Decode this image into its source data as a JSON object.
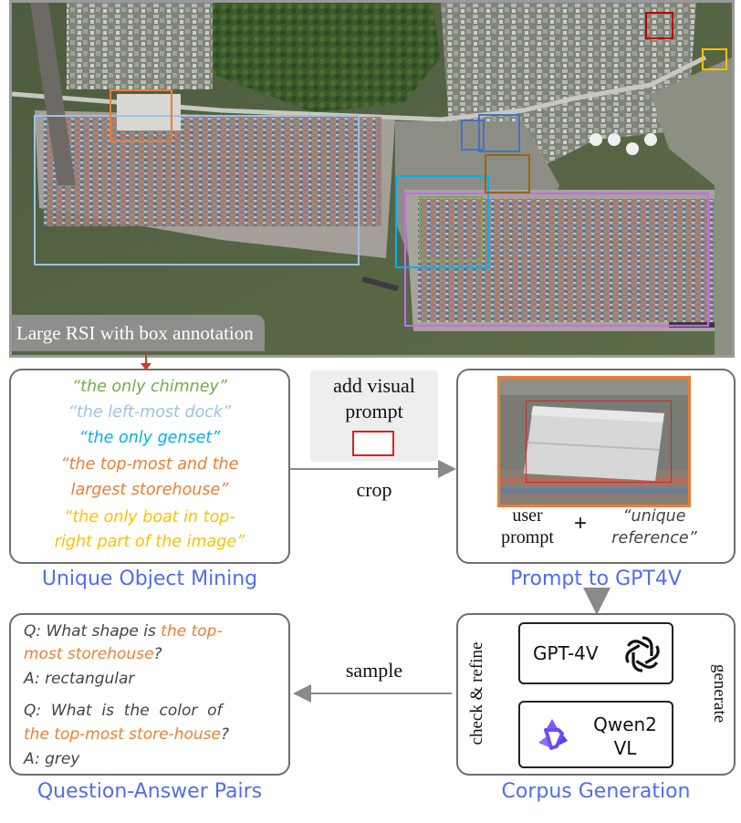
{
  "satellite": {
    "caption": "Large RSI with box annotation",
    "boxes": [
      {
        "name": "left-most-dock",
        "color": "#9cc3e6"
      },
      {
        "name": "top-most-storehouse",
        "color": "#ed7d31"
      },
      {
        "name": "large-dock-right",
        "color": "#cc66ff"
      },
      {
        "name": "genset",
        "color": "#00b0f0"
      },
      {
        "name": "chimney",
        "color": "#70ad47"
      },
      {
        "name": "blue-building",
        "color": "#4472c4"
      },
      {
        "name": "brown-building",
        "color": "#9c6500"
      },
      {
        "name": "red-building",
        "color": "#c00000"
      },
      {
        "name": "boat-top-right",
        "color": "#ffc000"
      }
    ]
  },
  "mining": {
    "caption": "Unique Object Mining",
    "phrases": [
      {
        "text": "“the only chimney”",
        "color": "#70ad47"
      },
      {
        "text": "“the left-most dock”",
        "color": "#9cc3e6"
      },
      {
        "text": "“the only genset”",
        "color": "#00b0f0"
      },
      {
        "text": "“the top-most and the",
        "color": "#ed7d31"
      },
      {
        "text": "largest storehouse”",
        "color": "#ed7d31"
      },
      {
        "text": "“the only boat in top-",
        "color": "#ffc000"
      },
      {
        "text": "right part of the image”",
        "color": "#ffc000"
      }
    ]
  },
  "visual_prompt": {
    "line1": "add visual",
    "line2": "prompt",
    "crop_label": "crop"
  },
  "gpt_prompt": {
    "caption": "Prompt to GPT4V",
    "user_line1": "user",
    "user_line2": "prompt",
    "plus": "+",
    "ref_line1": "“unique",
    "ref_line2": "reference”"
  },
  "corpus": {
    "caption": "Corpus Generation",
    "gpt_label": "GPT-4V",
    "qwen_line1": "Qwen2",
    "qwen_line2": "VL",
    "left_label": "check & refine",
    "right_label": "generate"
  },
  "sample_label": "sample",
  "qa": {
    "caption": "Question-Answer Pairs",
    "q1_prefix": "Q: What shape is ",
    "q1_hl1": "the top-",
    "q1_hl2": "most storehouse",
    "q1_suffix": "?",
    "a1": "A: rectangular",
    "q2_line1": "Q:  What  is  the  color  of",
    "q2_hl": "the top-most store-house",
    "q2_suffix": "?",
    "a2": "A: grey"
  },
  "colors": {
    "caption_blue": "#4f6df5",
    "highlight_orange": "#ed7d31",
    "arrow_gray": "#8a8a8a"
  }
}
